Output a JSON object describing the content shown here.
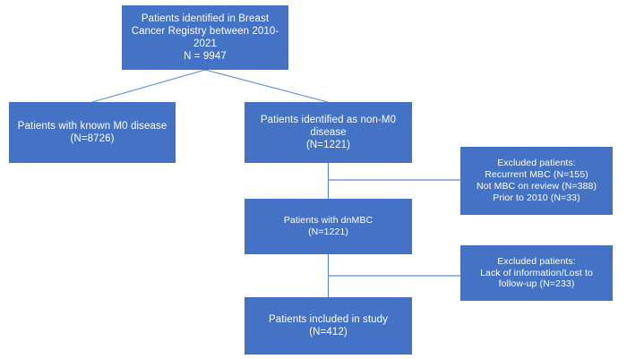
{
  "diagram": {
    "type": "flowchart",
    "title": "CONSORT-style patient selection flow diagram",
    "accent_color": "#4472C4",
    "connector_color": "#5B8BD4",
    "text_color": "#FFFFFF",
    "background_color": "#FFFFFF",
    "nodes": [
      {
        "id": "registry",
        "name": "registry-box",
        "text": "Patients identified in Breast Cancer Registry between 2010-2021\nN = 9947"
      },
      {
        "id": "m0",
        "name": "known-m0-box",
        "text": "Patients with known M0 disease\n(N=8726)"
      },
      {
        "id": "nonm0",
        "name": "non-m0-box",
        "text": "Patients identified as non-M0 disease\n(N=1221)"
      },
      {
        "id": "excluded1",
        "name": "excluded-patients-box-1",
        "text": "Excluded patients:\nRecurrent MBC (N=155)\nNot MBC on review (N=388)\nPrior to 2010 (N=33)"
      },
      {
        "id": "dnmbc",
        "name": "dnmbc-box",
        "text": "Patients with dnMBC\n(N=1221)"
      },
      {
        "id": "excluded2",
        "name": "excluded-patients-box-2",
        "text": "Excluded patients:\nLack of information/Lost to follow-up (N=233)"
      },
      {
        "id": "included",
        "name": "included-in-study-box",
        "text": "Patients included in study\n(N=412)"
      }
    ],
    "connectors": [
      {
        "id": "c1",
        "from": "registry",
        "to": "m0",
        "style": "diagonal"
      },
      {
        "id": "c2",
        "from": "registry",
        "to": "nonm0",
        "style": "diagonal"
      },
      {
        "id": "c3",
        "from": "nonm0",
        "to": "dnmbc",
        "style": "vertical"
      },
      {
        "id": "c4",
        "from": "nonm0",
        "to": "excluded1",
        "style": "elbow"
      },
      {
        "id": "c5",
        "from": "dnmbc",
        "to": "included",
        "style": "vertical"
      },
      {
        "id": "c6",
        "from": "dnmbc",
        "to": "excluded2",
        "style": "elbow"
      }
    ]
  }
}
